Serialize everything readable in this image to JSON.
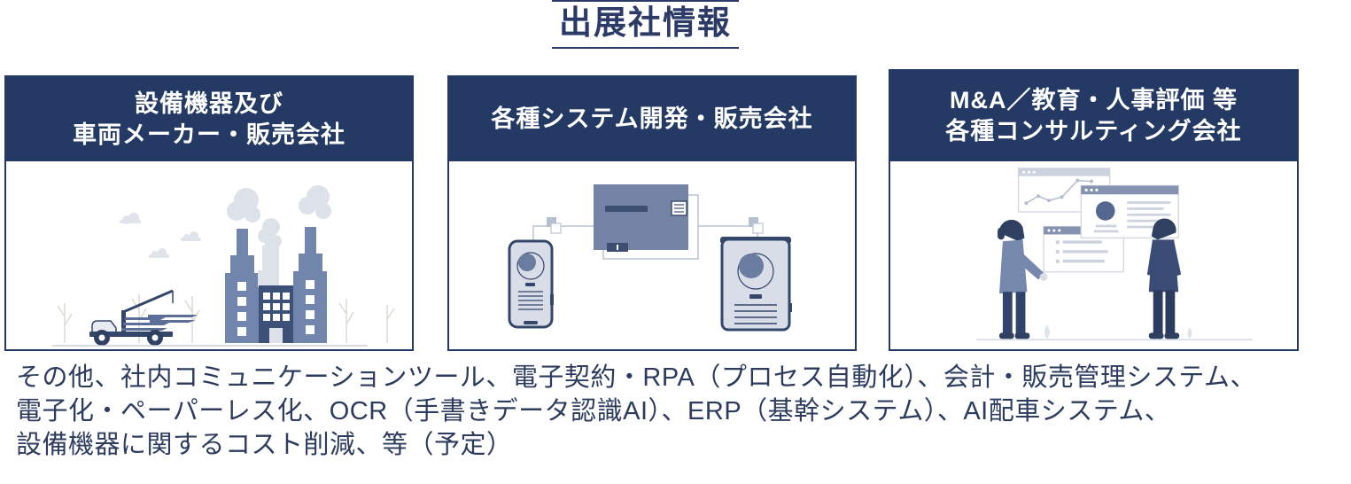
{
  "title": "出展社情報",
  "cards": [
    {
      "header_line1": "設備機器及び",
      "header_line2": "車両メーカー・販売会社",
      "illustration": "factory-and-crane-truck"
    },
    {
      "header_line1": "各種システム開発・販売会社",
      "header_line2": "",
      "illustration": "connected-intercom-devices"
    },
    {
      "header_line1": "M&A／教育・人事評価 等",
      "header_line2": "各種コンサルティング会社",
      "illustration": "people-viewing-dashboards"
    }
  ],
  "footer": {
    "line1": "その他、社内コミュニケーションツール、電子契約・RPA（プロセス自動化）、会計・販売管理システム、",
    "line2": "電子化・ペーパーレス化、OCR（手書きデータ認識AI）、ERP（基幹システム）、AI配車システム、",
    "line3": "設備機器に関するコスト削減、等（予定）"
  },
  "colors": {
    "navy_header": "#243a64",
    "title_text": "#2b3a66",
    "body_text": "#2d3c5e",
    "slate": "#7286ad",
    "dark_slate": "#3d5178",
    "outline_navy": "#34476b",
    "light_gray": "#dfe3ea",
    "device_fill": "#d9dde8"
  }
}
